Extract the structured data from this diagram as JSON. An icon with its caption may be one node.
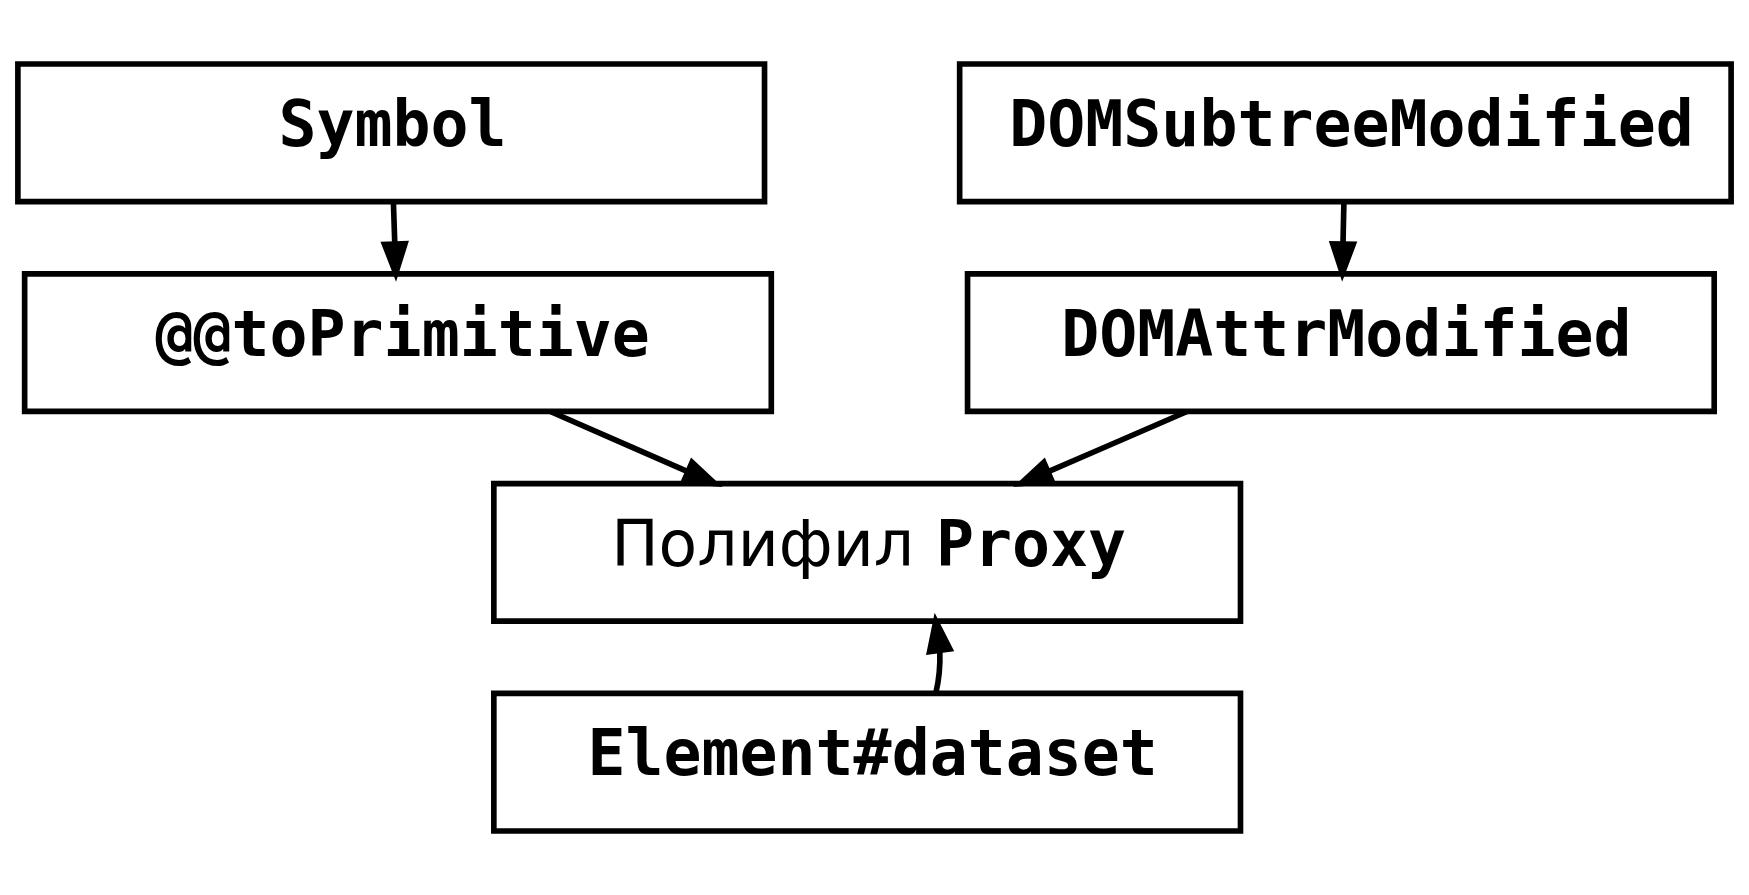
{
  "diagram": {
    "nodes": [
      {
        "text": [
          "Symbol"
        ]
      },
      {
        "text": [
          "@@toPrimitive"
        ]
      },
      {
        "text": [
          "DOMSubtreeModified"
        ]
      },
      {
        "text": [
          "DOMAttrModified"
        ]
      },
      {
        "text": [
          "Полифил **Proxy**"
        ]
      },
      {
        "text": [
          "Element#dataset"
        ]
      }
    ],
    "edges": [
      {
        "from": 0,
        "to": 1,
        "arrow": "to"
      },
      {
        "from": 2,
        "to": 3,
        "arrow": "to"
      },
      {
        "from": 1,
        "to": 4,
        "arrow": "to"
      },
      {
        "from": 3,
        "to": 4,
        "arrow": "to"
      },
      {
        "from": 5,
        "to": 4,
        "arrow": "to"
      }
    ]
  }
}
